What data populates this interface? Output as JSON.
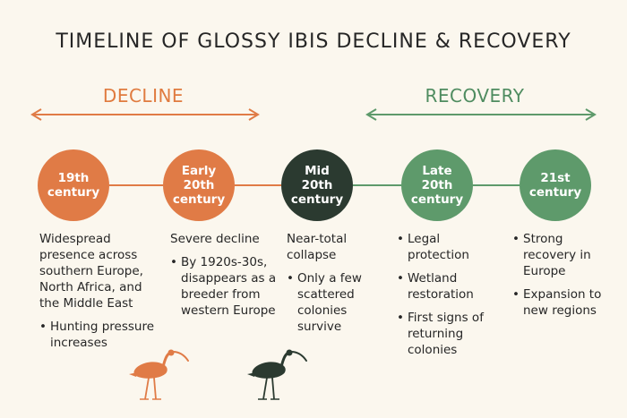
{
  "title": "TIMELINE OF GLOSSY IBIS DECLINE & RECOVERY",
  "phases": {
    "decline": "DECLINE",
    "recovery": "RECOVERY"
  },
  "colors": {
    "decline": "#e07b46",
    "mid": "#2b3a30",
    "recovery": "#5e9a6b",
    "background": "#fbf7ee"
  },
  "periods": [
    {
      "label": "19th\ncentury",
      "text": "Widespread presence across southern Europe, North Africa, and the Middle East",
      "bullets": [
        "Hunting pressure increases"
      ]
    },
    {
      "label": "Early\n20th\ncentury",
      "text": "Severe decline",
      "bullets": [
        "By 1920s-30s, disappears as a breeder from western Europe"
      ]
    },
    {
      "label": "Mid\n20th\ncentury",
      "text": "Near-total collapse",
      "bullets": [
        "Only a few scattered colonies survive"
      ]
    },
    {
      "label": "Late\n20th\ncentury",
      "text": "",
      "bullets": [
        "Legal protection",
        "Wetland restoration",
        "First signs of returning colonies"
      ]
    },
    {
      "label": "21st\ncentury",
      "text": "",
      "bullets": [
        "Strong recovery in Europe",
        "Expansion to new regions"
      ]
    }
  ],
  "icons": {
    "bird_decline": "ibis-icon",
    "bird_mid": "ibis-icon"
  }
}
